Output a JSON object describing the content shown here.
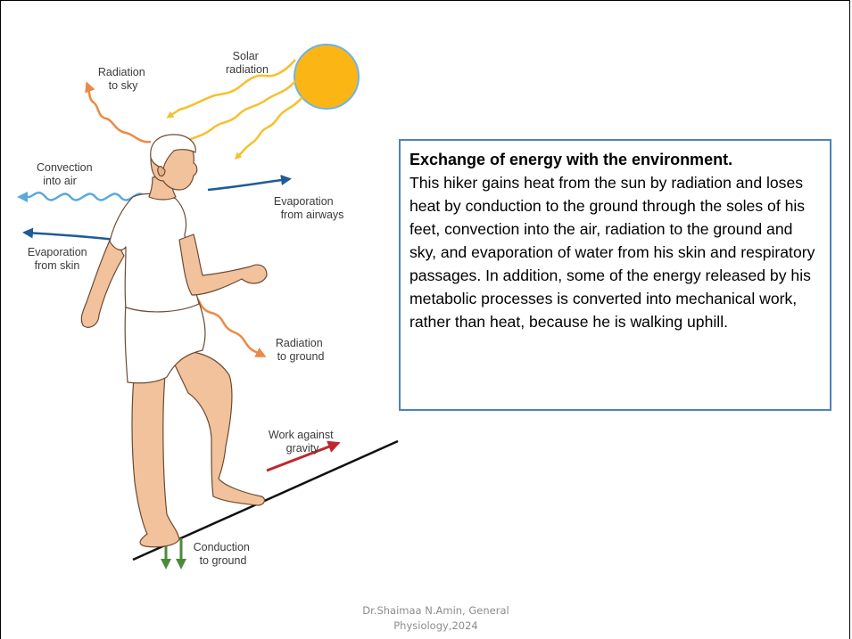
{
  "labels": {
    "solar_radiation": [
      "Solar",
      "radiation"
    ],
    "radiation_to_sky": [
      "Radiation",
      "to sky"
    ],
    "convection_into_air": [
      "Convection",
      "into air"
    ],
    "evaporation_from_airways": [
      "Evaporation",
      "from airways"
    ],
    "evaporation_from_skin": [
      "Evaporation",
      "from skin"
    ],
    "radiation_to_ground": [
      "Radiation",
      "to ground"
    ],
    "work_against_gravity": [
      "Work against",
      "gravity"
    ],
    "conduction_to_ground": [
      "Conduction",
      "to ground"
    ]
  },
  "info": {
    "title": "Exchange of energy with the environment.",
    "body": "This hiker gains heat from the sun by radiation and loses heat by conduction to the ground through the soles of his feet, convection into the air, radiation to the ground and sky, and evaporation of water from his skin and respiratory passages. In addition, some of the energy released by his metabolic processes is converted into mechanical work, rather than heat, because he is walking uphill."
  },
  "footer": {
    "line1": "Dr.Shaimaa N.Amin, General",
    "line2": "Physiology,2024"
  },
  "colors": {
    "sun": "#fbb616",
    "sun_outline": "#6cb4e4",
    "solar_arrows": "#f6c02e",
    "radiation_arrows": "#ec8a45",
    "convection_arrow": "#5aa9dd",
    "evaporation_arrows": "#1f5b97",
    "work_arrow": "#c0272d",
    "conduction_arrows": "#4b8a3c",
    "skin": "#f2c29c",
    "box_border": "#4f81bd"
  }
}
